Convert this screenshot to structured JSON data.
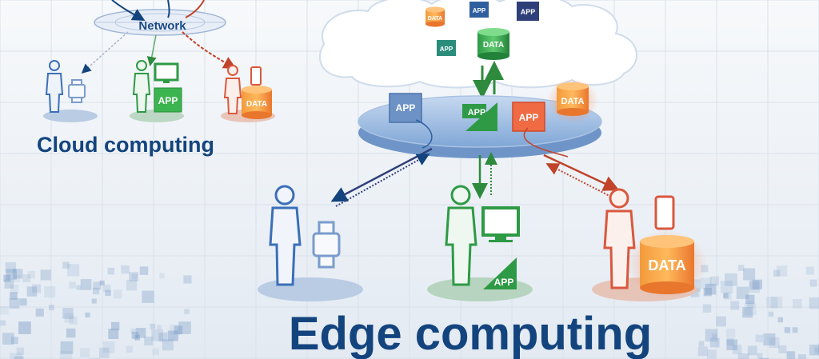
{
  "network": {
    "label": "Network"
  },
  "titles": {
    "cloud": "Cloud computing",
    "edge": "Edge computing"
  },
  "labels": {
    "app": "APP",
    "data": "DATA"
  },
  "colors": {
    "navy": "#13447e",
    "blue": "#3b6fb8",
    "green": "#2ea24b",
    "red": "#e25a3a",
    "orange": "#f08a3c",
    "cloud": "#ffffff",
    "platform": "#8fb4df",
    "grid": "#d9e1ea",
    "mosaic": "#7fa0c8"
  },
  "icons": [
    "person-icon",
    "smartwatch-icon",
    "monitor-icon",
    "smartphone-icon",
    "app-tile-icon",
    "database-icon",
    "cloud-icon",
    "globe-icon"
  ]
}
